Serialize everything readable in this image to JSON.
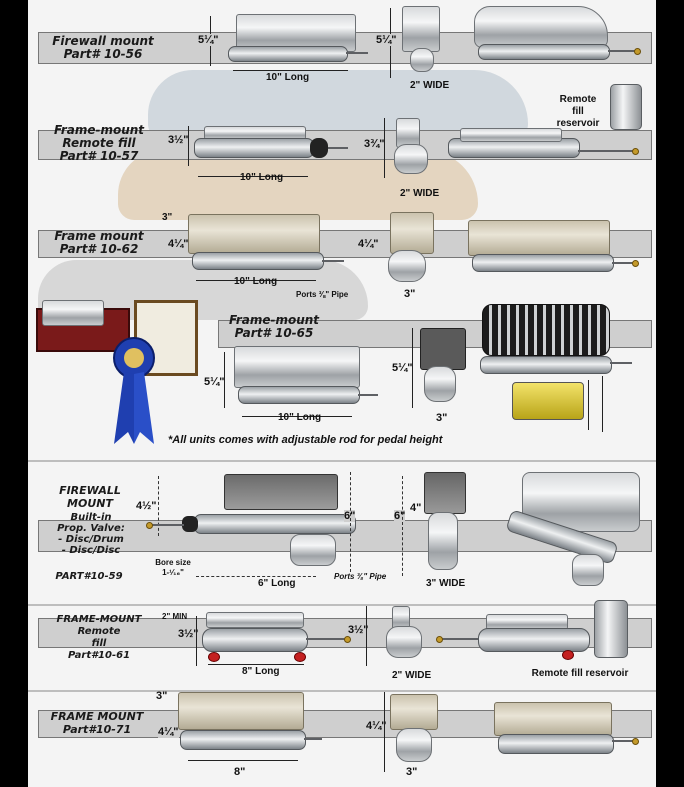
{
  "sections": {
    "s1": {
      "title": [
        "Firewall mount",
        "Part# 10-56"
      ],
      "dims": {
        "height": "5¼\"",
        "length": "10\" Long",
        "side_height": "5¼\"",
        "wide": "2\" WIDE"
      }
    },
    "s2": {
      "title": [
        "Frame-mount",
        "Remote fill",
        "Part# 10-57"
      ],
      "dims": {
        "height": "3½\"",
        "length": "10\" Long",
        "side_height": "3¾\"",
        "wide": "2\" WIDE"
      },
      "reservoir_label": [
        "Remote",
        "fill",
        "reservoir"
      ]
    },
    "s3": {
      "title": [
        "Frame mount",
        "Part# 10-62"
      ],
      "dims": {
        "top": "3\"",
        "height": "4¼\"",
        "length": "10\" Long",
        "ports": "Ports ⅜\" Pipe",
        "side_height": "4¼\"",
        "width": "3\""
      }
    },
    "s4": {
      "title": [
        "Frame-mount",
        "Part# 10-65"
      ],
      "dims": {
        "height": "5¼\"",
        "length": "10\" Long",
        "side_height": "5¼\"",
        "width": "3\""
      },
      "note": "*All units comes with adjustable rod for pedal height"
    },
    "s5": {
      "title": [
        "FIREWALL",
        "MOUNT"
      ],
      "subtitle": [
        "Built-in",
        "Prop. Valve:",
        "- Disc/Drum",
        "- Disc/Disc"
      ],
      "part": "PART#10-59",
      "bore": [
        "Bore size",
        "1-¹⁄₁₆\""
      ],
      "dims": {
        "left_height": "4½\"",
        "height": "6\"",
        "length": "6\" Long",
        "ports": "Ports ⅜\" Pipe",
        "side_height": "6\"",
        "side_extra": "4\"",
        "wide": "3\" WIDE"
      }
    },
    "s6": {
      "title": [
        "FRAME-MOUNT",
        "Remote",
        "fill",
        "Part#10-61"
      ],
      "dims": {
        "top": "2\" MIN",
        "height": "3½\"",
        "length": "8\" Long",
        "side_height": "3½\"",
        "wide": "2\" WIDE"
      },
      "reservoir_label": "Remote fill reservoir"
    },
    "s7": {
      "title": [
        "FRAME MOUNT",
        "Part#10-71"
      ],
      "dims": {
        "top": "3\"",
        "height": "4¼\"",
        "length": "8\"",
        "side_height": "4¼\"",
        "width": "3\""
      }
    }
  },
  "colors": {
    "band": "#cfcfcf",
    "background": "#f4f4f4",
    "frame": "#000000",
    "metal": "#d8dadc",
    "cap": "#c42020",
    "ribbon": "#1f3fb0"
  }
}
